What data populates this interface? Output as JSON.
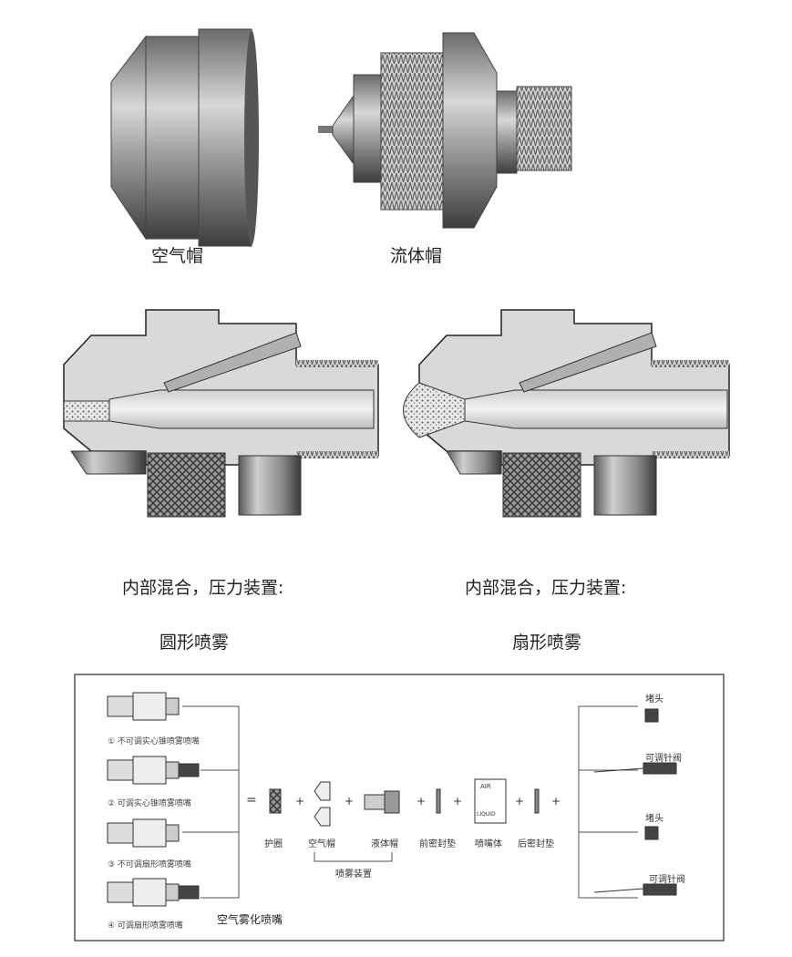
{
  "photos": {
    "air_cap_label": "空气帽",
    "fluid_cap_label": "流体帽"
  },
  "cutaways": {
    "left": {
      "line1": "内部混合，压力装置:",
      "line2": "圆形喷雾"
    },
    "right": {
      "line1": "内部混合，压力装置:",
      "line2": "扇形喷雾"
    }
  },
  "diagram": {
    "title": "空气雾化喷嘴",
    "left_items": [
      "① 不可调实心锥喷雾喷嘴",
      "② 可调实心锥喷雾喷嘴",
      "③ 不可调扇形喷雾喷嘴",
      "④ 可调扇形喷雾喷嘴"
    ],
    "equals": "=",
    "plus": "+",
    "parts": {
      "guard_ring": "护圈",
      "air_cap": "空气帽",
      "liquid_cap": "液体帽",
      "front_gasket": "前密封垫",
      "nozzle_body": "喷嘴体",
      "rear_gasket": "后密封垫"
    },
    "spray_set": "喷雾装置",
    "body_air": "AIR",
    "body_liquid": "LIQUID",
    "right_items": {
      "plug1": "堵头",
      "valve1": "可调针阀",
      "plug2": "堵头",
      "valve2": "可调针阀"
    }
  }
}
